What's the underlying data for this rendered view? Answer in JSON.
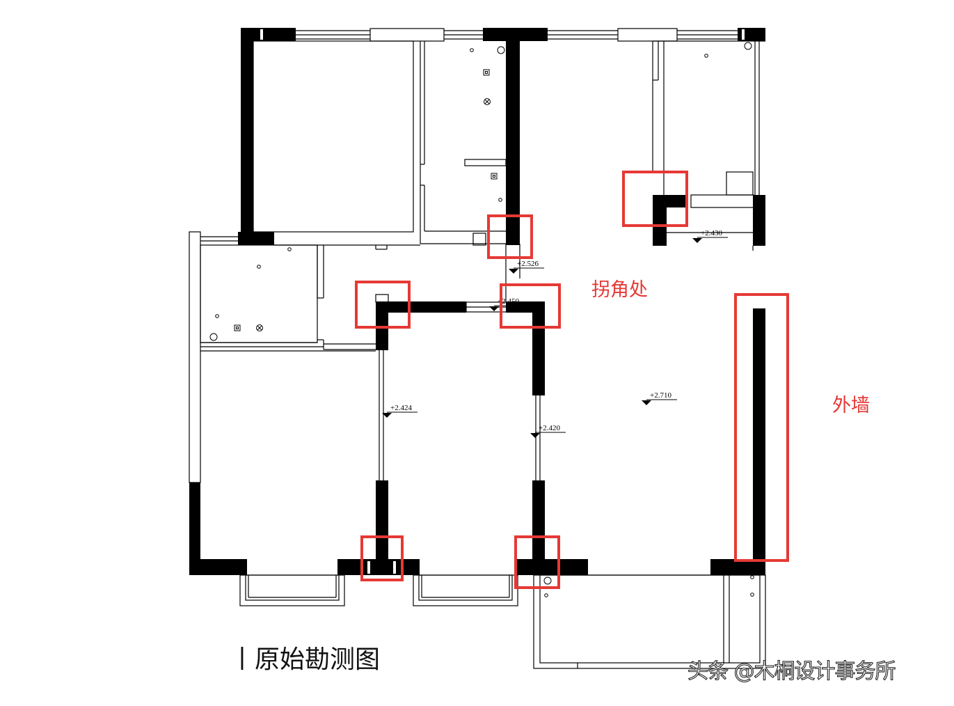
{
  "annotations": {
    "corner_label": "拐角处",
    "exterior_wall_label": "外墙"
  },
  "caption": "丨原始勘测图",
  "watermark": "头条 @木桐设计事务所",
  "elevations": [
    {
      "id": "elev-top-right-room",
      "text": "+2.430"
    },
    {
      "id": "elev-corridor",
      "text": "+2.526"
    },
    {
      "id": "elev-middle-door",
      "text": "+2.450"
    },
    {
      "id": "elev-living",
      "text": "+2.710"
    },
    {
      "id": "elev-left-window",
      "text": "+2.424"
    },
    {
      "id": "elev-right-window",
      "text": "+2.420"
    }
  ],
  "colors": {
    "wall": "#000000",
    "highlight": "#e53935",
    "line": "#000000",
    "background": "#ffffff"
  }
}
